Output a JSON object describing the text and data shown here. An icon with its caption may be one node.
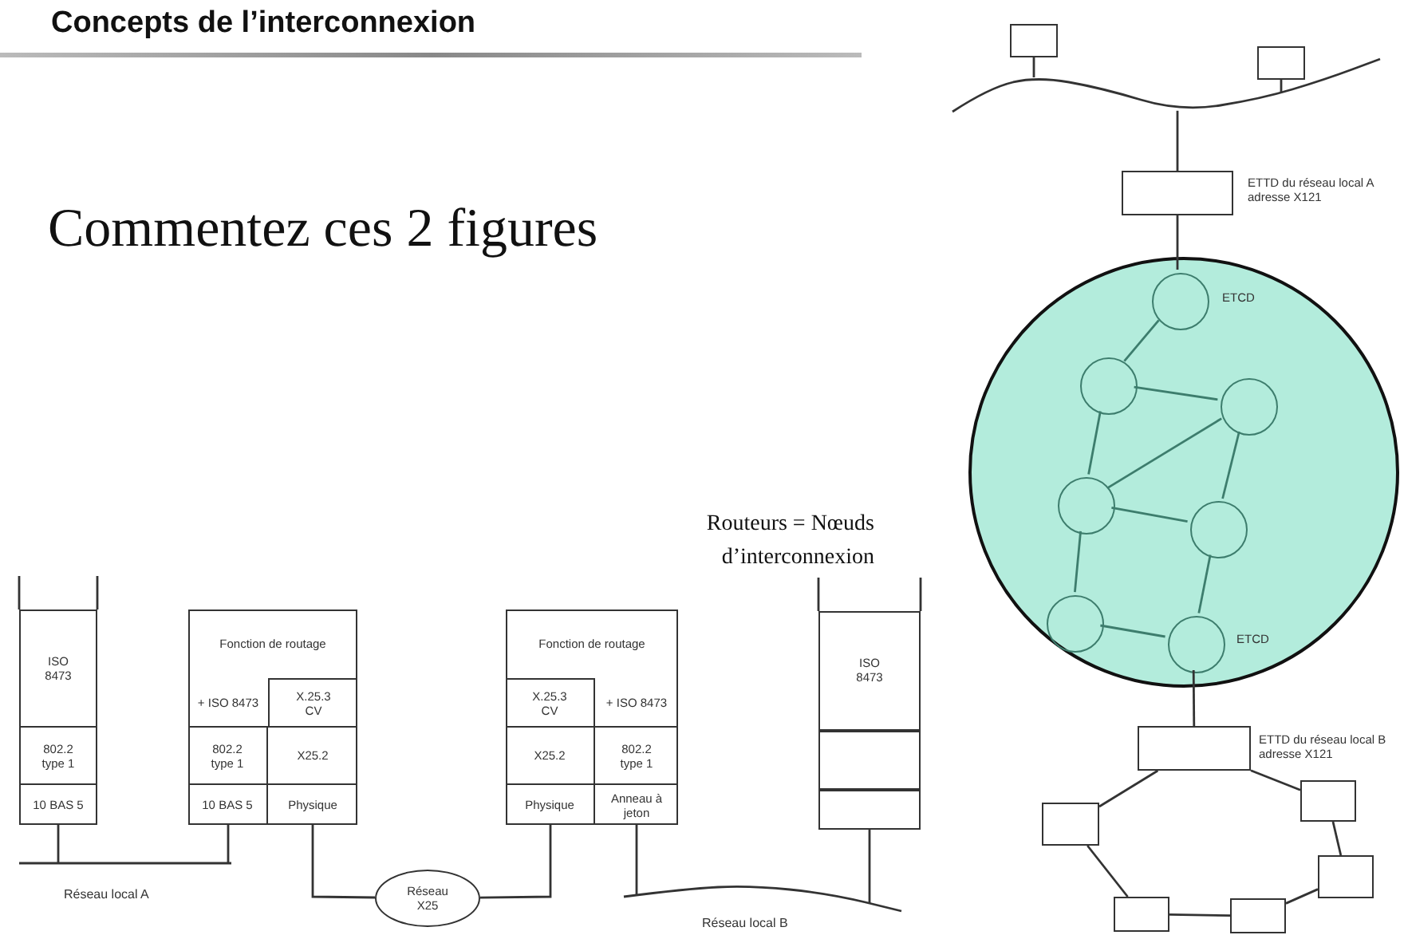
{
  "diagram": {
    "title": "Concepts de l’interconnexion",
    "nodes": [
      {
        "text": [],
        "shape": "box"
      },
      {
        "text": [
          "ISO 8473"
        ],
        "in": 0
      },
      {
        "text": [
          "802.2 type 1"
        ],
        "in": 0
      },
      {
        "text": [
          "10 BAS 5"
        ],
        "in": 0
      },
      {
        "text": [],
        "shape": "box"
      },
      {
        "text": [
          "Fonction de routage"
        ],
        "in": 4
      },
      {
        "text": [
          "+ ISO 8473"
        ],
        "in": 4
      },
      {
        "text": [
          "X.25.3 CV"
        ],
        "in": 4
      },
      {
        "text": [
          "802.2 type 1"
        ],
        "in": 4
      },
      {
        "text": [
          "X25.2"
        ],
        "in": 4
      },
      {
        "text": [
          "10 BAS 5"
        ],
        "in": 4
      },
      {
        "text": [
          "Physique"
        ],
        "in": 4
      },
      {
        "text": [],
        "shape": "box"
      },
      {
        "text": [
          "Fonction de routage"
        ],
        "in": 12
      },
      {
        "text": [
          "X.25.3 CV"
        ],
        "in": 12
      },
      {
        "text": [
          "+ ISO 8473"
        ],
        "in": 12
      },
      {
        "text": [
          "X25.2"
        ],
        "in": 12
      },
      {
        "text": [
          "802.2 type 1"
        ],
        "in": 12
      },
      {
        "text": [
          "Physique"
        ],
        "in": 12
      },
      {
        "text": [
          "Anneau à jeton"
        ],
        "in": 12
      },
      {
        "text": [],
        "shape": "box"
      },
      {
        "text": [
          "ISO 8473"
        ],
        "in": 20
      },
      {
        "text": [],
        "shape": "box",
        "in": 20
      },
      {
        "text": [],
        "shape": "box",
        "in": 20
      },
      {
        "text": [
          "Réseau local A"
        ]
      },
      {
        "text": [
          "Réseau X25"
        ]
      },
      {
        "text": [
          "Réseau local B"
        ]
      },
      {
        "text": [],
        "shape": "box"
      },
      {
        "text": [],
        "shape": "box"
      },
      {
        "text": [],
        "shape": "line"
      },
      {
        "text": [],
        "shape": "box",
        "beside": [
          "ETTD du réseau local A adresse X121"
        ]
      },
      {
        "text": [],
        "shape": "circle"
      },
      {
        "text": [],
        "shape": "circle",
        "in": 31,
        "beside": [
          "ETCD"
        ]
      },
      {
        "text": [],
        "shape": "circle",
        "in": 31
      },
      {
        "text": [],
        "shape": "circle",
        "in": 31
      },
      {
        "text": [],
        "shape": "circle",
        "in": 31
      },
      {
        "text": [],
        "shape": "circle",
        "in": 31
      },
      {
        "text": [],
        "shape": "circle",
        "in": 31
      },
      {
        "text": [],
        "shape": "circle",
        "in": 31,
        "beside": [
          "ETCD"
        ]
      },
      {
        "text": [],
        "shape": "box",
        "beside": [
          "ETTD du réseau local B adresse X121"
        ]
      },
      {
        "text": [],
        "shape": "box"
      },
      {
        "text": [],
        "shape": "box"
      },
      {
        "text": [],
        "shape": "box"
      },
      {
        "text": [],
        "shape": "box"
      },
      {
        "text": [],
        "shape": "box"
      }
    ],
    "edges": [
      {
        "from": 3,
        "to": 24,
        "arrow": "none"
      },
      {
        "from": 10,
        "to": 24,
        "arrow": "none"
      },
      {
        "from": 11,
        "to": 25,
        "arrow": "none"
      },
      {
        "from": 18,
        "to": 25,
        "arrow": "none"
      },
      {
        "from": 19,
        "to": 26,
        "arrow": "none"
      },
      {
        "from": 23,
        "to": 26,
        "arrow": "none"
      },
      {
        "from": 27,
        "to": 29,
        "arrow": "none"
      },
      {
        "from": 28,
        "to": 29,
        "arrow": "none"
      },
      {
        "from": 29,
        "to": 30,
        "arrow": "none"
      },
      {
        "from": 30,
        "to": 32,
        "arrow": "none"
      },
      {
        "from": 32,
        "to": 33,
        "arrow": "none",
        "color": "#3d7d6d"
      },
      {
        "from": 33,
        "to": 34,
        "arrow": "none",
        "color": "#3d7d6d"
      },
      {
        "from": 33,
        "to": 35,
        "arrow": "none",
        "color": "#3d7d6d"
      },
      {
        "from": 34,
        "to": 35,
        "arrow": "none",
        "color": "#3d7d6d"
      },
      {
        "from": 34,
        "to": 36,
        "arrow": "none",
        "color": "#3d7d6d"
      },
      {
        "from": 35,
        "to": 36,
        "arrow": "none",
        "color": "#3d7d6d"
      },
      {
        "from": 35,
        "to": 37,
        "arrow": "none",
        "color": "#3d7d6d"
      },
      {
        "from": 37,
        "to": 38,
        "arrow": "none",
        "color": "#3d7d6d"
      },
      {
        "from": 36,
        "to": 38,
        "arrow": "none",
        "color": "#3d7d6d"
      },
      {
        "from": 38,
        "to": 39,
        "arrow": "none"
      },
      {
        "from": 39,
        "to": 40,
        "arrow": "none"
      },
      {
        "from": 40,
        "to": 42,
        "arrow": "none"
      },
      {
        "from": 42,
        "to": 44,
        "arrow": "none"
      },
      {
        "from": 44,
        "to": 43,
        "arrow": "none"
      },
      {
        "from": 43,
        "to": 41,
        "arrow": "none"
      },
      {
        "from": 41,
        "to": 39,
        "arrow": "none"
      }
    ],
    "labels": [
      "Commentez ces 2 figures",
      "Routeurs = Nœuds d’interconnexion"
    ]
  }
}
